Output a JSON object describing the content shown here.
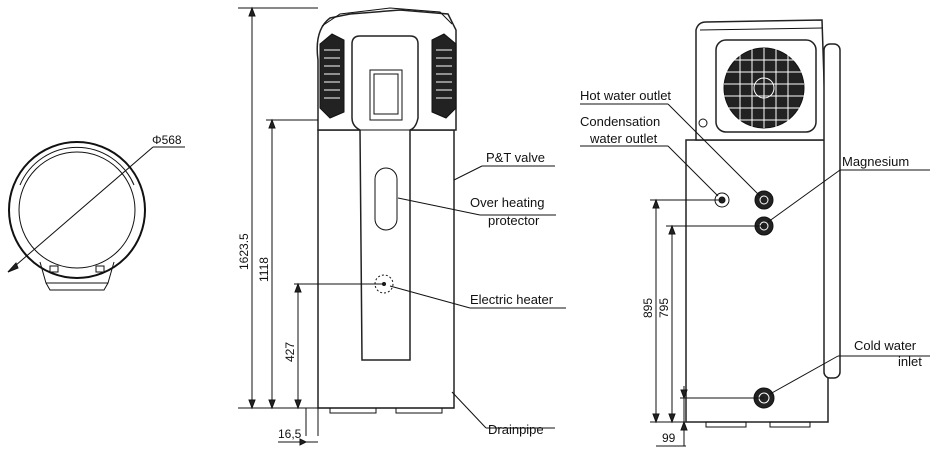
{
  "top_view": {
    "diameter_label": "Φ568"
  },
  "front_view": {
    "dims": {
      "height_total": "1623.5",
      "height_valve": "1118",
      "height_heater": "427",
      "foot": "16,5"
    },
    "callouts": {
      "pt_valve": "P&T valve",
      "overheat_1": "Over heating",
      "overheat_2": "protector",
      "heater": "Electric heater",
      "drain": "Drainpipe"
    }
  },
  "side_view": {
    "dims": {
      "height_condensation": "895",
      "height_magnesium": "795",
      "height_cold": "99"
    },
    "callouts": {
      "hot_outlet": "Hot water outlet",
      "cond_1": "Condensation",
      "cond_2": "water outlet",
      "magnesium": "Magnesium",
      "cold_1": "Cold water",
      "cold_2": "inlet"
    }
  }
}
